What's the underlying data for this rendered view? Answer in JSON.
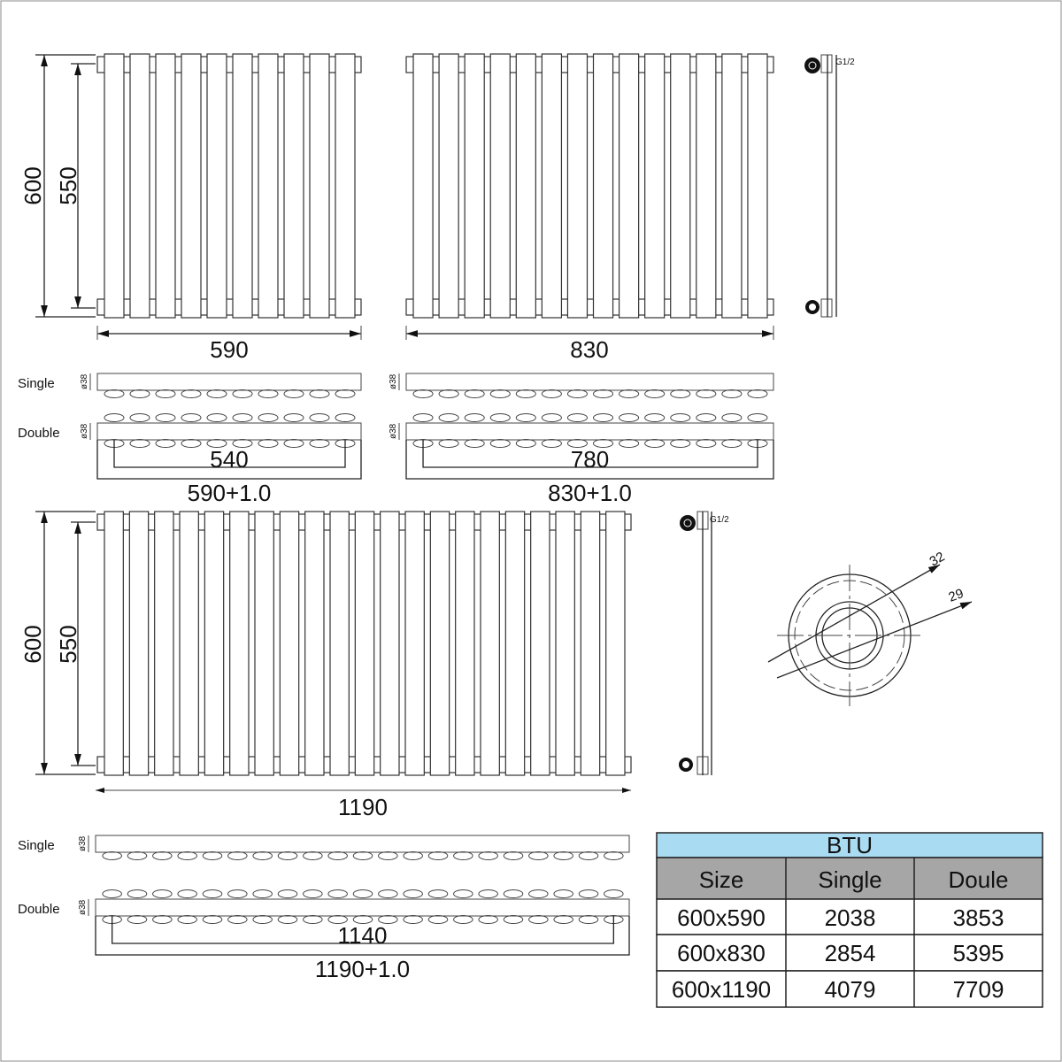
{
  "labels": {
    "single": "Single",
    "double": "Double",
    "diameter": "ø38",
    "thread": "G1/2"
  },
  "radiator_small": {
    "height": "600",
    "centres": "550",
    "width": "590",
    "pipe_centres": "540",
    "overall": "590+1.0",
    "columns": 10
  },
  "radiator_medium": {
    "width": "830",
    "pipe_centres": "780",
    "overall": "830+1.0",
    "columns": 14
  },
  "radiator_large": {
    "height": "600",
    "centres": "550",
    "width": "1190",
    "pipe_centres": "1140",
    "overall": "1190+1.0",
    "columns": 21
  },
  "pipe_section": {
    "outer": "32",
    "inner": "29"
  },
  "btu_table": {
    "title": "BTU",
    "headers": [
      "Size",
      "Single",
      "Doule"
    ],
    "rows": [
      [
        "600x590",
        "2038",
        "3853"
      ],
      [
        "600x830",
        "2854",
        "5395"
      ],
      [
        "600x1190",
        "4079",
        "7709"
      ]
    ],
    "title_bg": "#a9dcf3",
    "header_bg": "#a6a6a6"
  }
}
